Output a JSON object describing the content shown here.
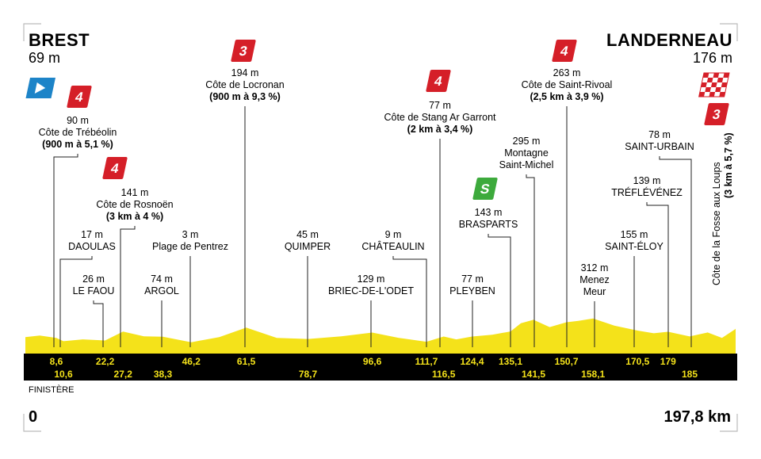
{
  "start": {
    "name": "BREST",
    "alt": "69 m"
  },
  "finish": {
    "name": "LANDERNEAU",
    "alt": "176 m"
  },
  "region": "FINISTÈRE",
  "distance": {
    "start": "0",
    "end": "197,8 km"
  },
  "colors": {
    "yellow": "#f4e21a",
    "red": "#d51f28",
    "green": "#3daa3c",
    "blue": "#1d84c8",
    "black": "#000000"
  },
  "km_markers": [
    {
      "km": 8.6,
      "text": "8,6",
      "row": 0
    },
    {
      "km": 10.6,
      "text": "10,6",
      "row": 1
    },
    {
      "km": 22.2,
      "text": "22,2",
      "row": 0
    },
    {
      "km": 27.2,
      "text": "27,2",
      "row": 1
    },
    {
      "km": 38.3,
      "text": "38,3",
      "row": 1
    },
    {
      "km": 46.2,
      "text": "46,2",
      "row": 0
    },
    {
      "km": 61.5,
      "text": "61,5",
      "row": 0
    },
    {
      "km": 78.7,
      "text": "78,7",
      "row": 1
    },
    {
      "km": 96.6,
      "text": "96,6",
      "row": 0
    },
    {
      "km": 111.7,
      "text": "111,7",
      "row": 0
    },
    {
      "km": 116.5,
      "text": "116,5",
      "row": 1
    },
    {
      "km": 124.4,
      "text": "124,4",
      "row": 0
    },
    {
      "km": 135.1,
      "text": "135,1",
      "row": 0
    },
    {
      "km": 141.5,
      "text": "141,5",
      "row": 1
    },
    {
      "km": 150.7,
      "text": "150,7",
      "row": 0
    },
    {
      "km": 158.1,
      "text": "158,1",
      "row": 1
    },
    {
      "km": 170.5,
      "text": "170,5",
      "row": 0
    },
    {
      "km": 179,
      "text": "179",
      "row": 0
    },
    {
      "km": 185,
      "text": "185",
      "row": 1
    }
  ],
  "places": [
    {
      "km": 8.6,
      "lines": [
        "90 m",
        "Côte de Trébéolin"
      ],
      "bold": "(900 m à 5,1 %)",
      "badge": "4",
      "badge_color": "red"
    },
    {
      "km": 10.6,
      "lines": [
        "17 m",
        "DAOULAS"
      ]
    },
    {
      "km": 22.2,
      "lines": [
        "26 m",
        "LE FAOU"
      ]
    },
    {
      "km": 27.2,
      "lines": [
        "141 m",
        "Côte de Rosnoën"
      ],
      "bold": "(3 km à 4 %)",
      "badge": "4",
      "badge_color": "red"
    },
    {
      "km": 38.3,
      "lines": [
        "74 m",
        "ARGOL"
      ]
    },
    {
      "km": 46.2,
      "lines": [
        "3 m",
        "Plage de Pentrez"
      ]
    },
    {
      "km": 61.5,
      "lines": [
        "194 m",
        "Côte de Locronan"
      ],
      "bold": "(900 m à 9,3 %)",
      "badge": "3",
      "badge_color": "red"
    },
    {
      "km": 78.7,
      "lines": [
        "45 m",
        "QUIMPER"
      ]
    },
    {
      "km": 96.6,
      "lines": [
        "129 m",
        "BRIEC-DE-L'ODET"
      ]
    },
    {
      "km": 111.7,
      "lines": [
        "9 m",
        "CHÂTEAULIN"
      ]
    },
    {
      "km": 116.5,
      "lines": [
        "77 m",
        "Côte de Stang Ar Garront"
      ],
      "bold": "(2 km à 3,4 %)",
      "badge": "4",
      "badge_color": "red"
    },
    {
      "km": 124.4,
      "lines": [
        "77 m",
        "PLEYBEN"
      ]
    },
    {
      "km": 135.1,
      "lines": [
        "143 m",
        "BRASPARTS"
      ],
      "badge": "S",
      "badge_color": "green"
    },
    {
      "km": 141.5,
      "lines": [
        "295 m",
        "Montagne",
        "Saint-Michel"
      ]
    },
    {
      "km": 150.7,
      "lines": [
        "263 m",
        "Côte de Saint-Rivoal"
      ],
      "bold": "(2,5 km à 3,9 %)",
      "badge": "4",
      "badge_color": "red"
    },
    {
      "km": 158.1,
      "lines": [
        "312 m",
        "Menez",
        "Meur"
      ]
    },
    {
      "km": 170.5,
      "lines": [
        "155 m",
        "SAINT-ÉLOY"
      ]
    },
    {
      "km": 179,
      "lines": [
        "139 m",
        "TRÉFLÉVÉNEZ"
      ]
    },
    {
      "km": 185,
      "lines": [
        "78 m",
        "SAINT-URBAIN"
      ]
    }
  ],
  "final_climb": {
    "name": "Côte de la Fosse aux Loups",
    "bold": "(3 km à 5,7 %)",
    "badge": "3",
    "badge_color": "red"
  },
  "chart_data": {
    "type": "area",
    "x": [
      0,
      4,
      8.6,
      10.6,
      16,
      22.2,
      27.2,
      33,
      38.3,
      46.2,
      54,
      61.5,
      70,
      78.7,
      88,
      96.6,
      104,
      111.7,
      116.5,
      120,
      124.4,
      130,
      135.1,
      138,
      141.5,
      146,
      150.7,
      154,
      158.1,
      164,
      170.5,
      175,
      179,
      185,
      190,
      194,
      197.8
    ],
    "y": [
      69,
      90,
      60,
      17,
      40,
      26,
      141,
      80,
      74,
      3,
      70,
      194,
      60,
      45,
      80,
      129,
      60,
      9,
      77,
      40,
      77,
      100,
      143,
      250,
      295,
      200,
      263,
      280,
      312,
      220,
      155,
      120,
      139,
      78,
      130,
      60,
      176
    ],
    "xlim": [
      0,
      197.8
    ],
    "ylim": [
      0,
      330
    ]
  }
}
